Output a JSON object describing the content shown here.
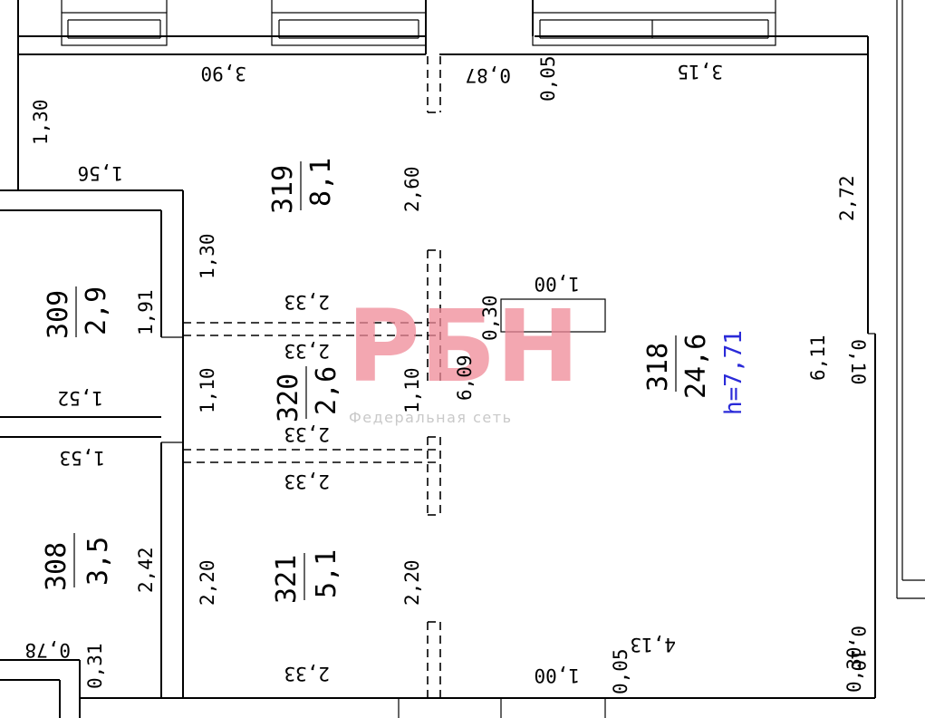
{
  "rooms": [
    {
      "id": "318",
      "number": "318",
      "area": "24,6",
      "height": "h=7,71"
    },
    {
      "id": "319",
      "number": "319",
      "area": "8,1"
    },
    {
      "id": "320",
      "number": "320",
      "area": "2,6"
    },
    {
      "id": "321",
      "number": "321",
      "area": "5,1"
    },
    {
      "id": "309",
      "number": "309",
      "area": "2,9"
    },
    {
      "id": "308",
      "number": "308",
      "area": "3,5"
    }
  ],
  "dimensions": {
    "top_left_width": "3,90",
    "top_door": "0,87",
    "top_gap": "0,05",
    "top_right_width": "3,15",
    "left_top_height": "1,30",
    "left_upper_width": "1,56",
    "corridor_upper_height": "2,60",
    "right_upper_height": "2,72",
    "r309_upper_height": "1,30",
    "r309_height": "1,91",
    "r309_width": "1,52",
    "r308_width": "1,53",
    "r308_height": "2,42",
    "r320_height_left": "1,10",
    "r320_height_right": "1,10",
    "r320_top_width": "2,33",
    "r320_mid_width_1": "2,33",
    "r320_mid_width_2": "2,33",
    "r320_bottom_width": "2,33",
    "r321_height_left": "2,20",
    "r321_height_right": "2,20",
    "r321_bottom_width": "2,33",
    "column_width": "1,00",
    "column_depth": "0,30",
    "room318_depth": "6,09",
    "room318_right_height": "6,11",
    "right_wall_gap_1": "0,10",
    "bottom_right_width": "4,13",
    "bottom_door": "1,00",
    "bottom_gap": "0,05",
    "bottom_right_gap": "0,10",
    "bottom_right_small": "0,30",
    "bottom_left_small": "0,78",
    "bottom_left_height": "0,31"
  },
  "watermark": {
    "logo": "РБН",
    "subtitle": "Федеральная сеть"
  },
  "colors": {
    "lines": "#000000",
    "height_label": "#2a2ad8",
    "watermark_logo": "#f08a98",
    "watermark_text": "#c9c9c9"
  }
}
